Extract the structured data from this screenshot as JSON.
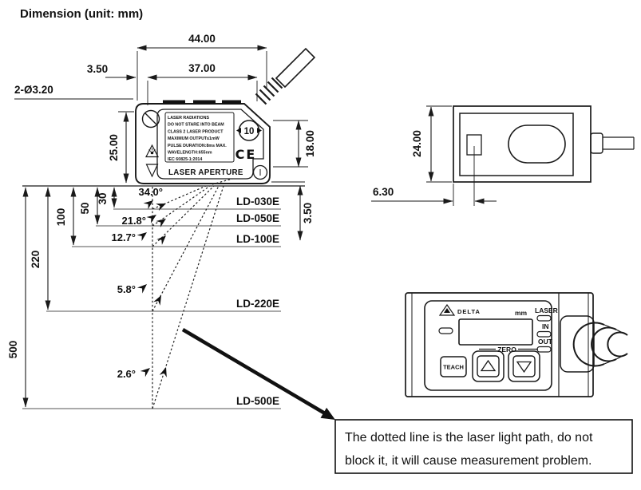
{
  "title": "Dimension (unit: mm)",
  "front_view": {
    "dim_width_outer": "44.00",
    "dim_width_inner": "37.00",
    "dim_offset_left": "3.50",
    "mount_holes": "2-Ø3.20",
    "dim_height": "25.00",
    "dim_height_inner": "18.00",
    "dim_offset_bottom": "3.50",
    "warning_label_lines": [
      "LASER RADIATIONS",
      "DO NOT STARE INTO BEAM",
      "CLASS 2 LASER PRODUCT",
      "MAXIMUM OUTPUT≤1mW",
      "PULSE DURATION:8ms MAX.",
      "WAVELENGTH:655nm",
      "IEC 60825-1:2014"
    ],
    "aperture_label": "LASER APERTURE",
    "badge_10": "10",
    "ce_mark": "CE"
  },
  "beam_diagram": {
    "rows": [
      {
        "distance_mm": "30",
        "angle": "34.0°",
        "model": "LD-030E"
      },
      {
        "distance_mm": "50",
        "angle": "21.8°",
        "model": "LD-050E"
      },
      {
        "distance_mm": "100",
        "angle": "12.7°",
        "model": "LD-100E"
      },
      {
        "distance_mm": "220",
        "angle": "5.8°",
        "model": "LD-220E"
      },
      {
        "distance_mm": "500",
        "angle": "2.6°",
        "model": "LD-500E"
      }
    ]
  },
  "side_view": {
    "dim_height": "24.00",
    "dim_window_offset": "6.30"
  },
  "panel_view": {
    "brand": "DELTA",
    "unit_label": "mm",
    "indicators": [
      "LASER",
      "IN",
      "OUT"
    ],
    "zero_label": "ZERO",
    "teach_label": "TEACH"
  },
  "note": {
    "line1": "The dotted line is the laser light path, do not",
    "line2": "block it, it will cause measurement problem."
  }
}
